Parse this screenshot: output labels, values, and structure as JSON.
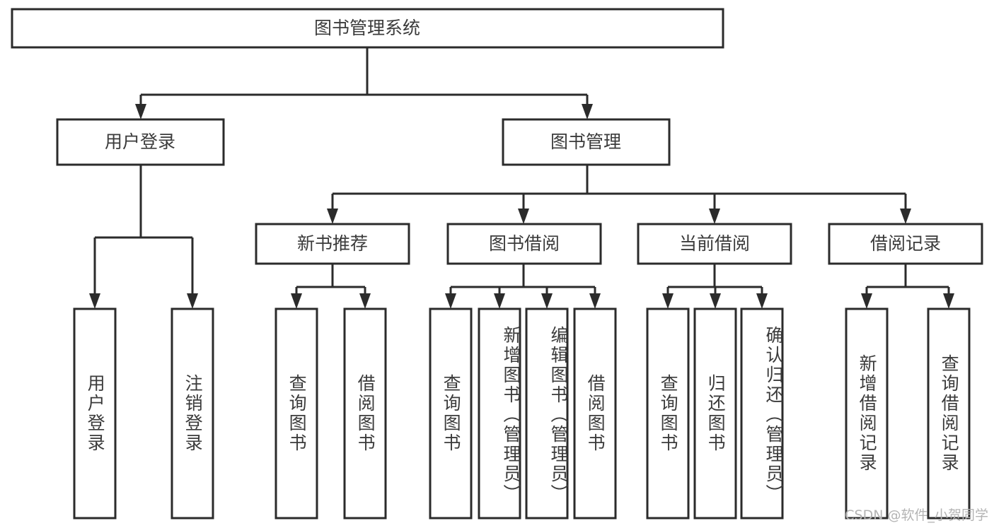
{
  "diagram": {
    "type": "tree-hierarchy-chart",
    "title": "图书管理系统",
    "stroke_color": "#2b2b2b",
    "text_color": "#3b3b3b",
    "background_color": "#ffffff",
    "levels": [
      {
        "level": 1,
        "nodes": [
          {
            "id": "root",
            "label": "图书管理系统",
            "orientation": "horizontal"
          }
        ]
      },
      {
        "level": 2,
        "nodes": [
          {
            "id": "user-login",
            "label": "用户登录",
            "orientation": "horizontal",
            "parent": "root"
          },
          {
            "id": "book-manage",
            "label": "图书管理",
            "orientation": "horizontal",
            "parent": "root"
          }
        ]
      },
      {
        "level": 3,
        "nodes": [
          {
            "id": "new-book-recommend",
            "label": "新书推荐",
            "orientation": "horizontal",
            "parent": "book-manage"
          },
          {
            "id": "book-borrow",
            "label": "图书借阅",
            "orientation": "horizontal",
            "parent": "book-manage"
          },
          {
            "id": "current-borrow",
            "label": "当前借阅",
            "orientation": "horizontal",
            "parent": "book-manage"
          },
          {
            "id": "borrow-record",
            "label": "借阅记录",
            "orientation": "horizontal",
            "parent": "book-manage"
          }
        ]
      },
      {
        "level": 4,
        "nodes": [
          {
            "id": "leaf-user-login",
            "label": "用户登录",
            "orientation": "vertical",
            "parent": "user-login"
          },
          {
            "id": "leaf-logout",
            "label": "注销登录",
            "orientation": "vertical",
            "parent": "user-login"
          },
          {
            "id": "leaf-query-book-1",
            "label": "查询图书",
            "orientation": "vertical",
            "parent": "new-book-recommend"
          },
          {
            "id": "leaf-borrow-book-1",
            "label": "借阅图书",
            "orientation": "vertical",
            "parent": "new-book-recommend"
          },
          {
            "id": "leaf-query-book-2",
            "label": "查询图书",
            "orientation": "vertical",
            "parent": "book-borrow"
          },
          {
            "id": "leaf-add-book",
            "label": "新增图书（管理员）",
            "orientation": "vertical",
            "parent": "book-borrow"
          },
          {
            "id": "leaf-edit-book",
            "label": "编辑图书（管理员）",
            "orientation": "vertical",
            "parent": "book-borrow"
          },
          {
            "id": "leaf-borrow-book-2",
            "label": "借阅图书",
            "orientation": "vertical",
            "parent": "book-borrow"
          },
          {
            "id": "leaf-query-book-3",
            "label": "查询图书",
            "orientation": "vertical",
            "parent": "current-borrow"
          },
          {
            "id": "leaf-return-book",
            "label": "归还图书",
            "orientation": "vertical",
            "parent": "current-borrow"
          },
          {
            "id": "leaf-confirm-return",
            "label": "确认归还（管理员）",
            "orientation": "vertical",
            "parent": "current-borrow"
          },
          {
            "id": "leaf-add-record",
            "label": "新增借阅记录",
            "orientation": "vertical",
            "parent": "borrow-record"
          },
          {
            "id": "leaf-query-record",
            "label": "查询借阅记录",
            "orientation": "vertical",
            "parent": "borrow-record"
          }
        ]
      }
    ]
  },
  "watermark": {
    "text": "CSDN @软件_小贺同学"
  }
}
